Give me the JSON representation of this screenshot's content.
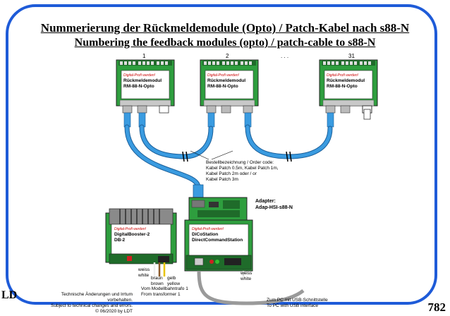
{
  "title_de": "Nummerierung der Rückmeldemodule (Opto) / Patch-Kabel nach s88-N",
  "title_en": "Numbering the feedback modules (opto) / patch-cable to s88-N",
  "modules": {
    "numbers": [
      "1",
      "2",
      ". . .",
      "31"
    ],
    "brand": "Digital-Profi werden!",
    "name": "Rückmeldemodul",
    "model": "RM-88-N-Opto"
  },
  "order": {
    "heading": "Bestellbezeichnung / Order code:",
    "line1": "Kabel Patch 0.5m, Kabel Patch 1m,",
    "line2": "Kabel Patch 2m oder / or",
    "line3": "Kabel Patch 3m"
  },
  "adapter": {
    "label": "Adapter:",
    "name": "Adap-HSI-s88-N"
  },
  "booster": {
    "brand": "Digital-Profi werden!",
    "name": "DigitalBooster-2",
    "model": "DB-2"
  },
  "station": {
    "brand": "Digital-Profi werden!",
    "name": "DiCoStation",
    "model": "DirectCommandStation"
  },
  "wires": {
    "weiss": "weiss",
    "white": "white",
    "braun": "braun",
    "brown": "brown",
    "gelb": "gelb",
    "yellow": "yellow",
    "trafo_de": "Vom Modellbahntrafo 1",
    "trafo_en": "From transformer 1",
    "weiss2": "weiss",
    "white2": "white"
  },
  "usb": {
    "de": "Zum PC mit USB-Schnittstelle",
    "en": "To PC with USB interface"
  },
  "footer": {
    "line1": "Technische Änderungen und Irrtum vorbehalten.",
    "line2": "Subject to technical changes and errors.",
    "line3": "© 06/2020 by LDT"
  },
  "logo_text": "LD",
  "page_number": "782",
  "colors": {
    "frame": "#1e5bd8",
    "cable": "#3a9be0",
    "board": "#2e9e3e",
    "connector": "#9a9a9a"
  }
}
